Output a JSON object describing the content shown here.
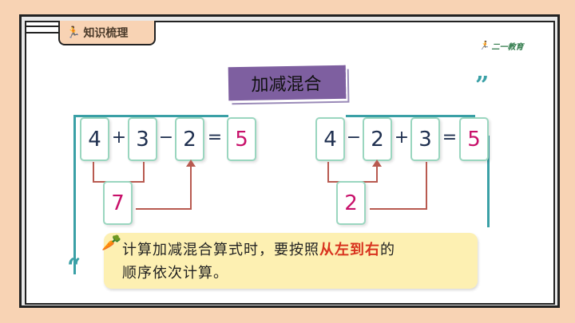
{
  "header": {
    "tab_label": "知识梳理",
    "logo_text": "二一教育"
  },
  "title": "加减混合",
  "equations": [
    {
      "cards": [
        "4",
        "3",
        "2",
        "5"
      ],
      "ops": [
        "+",
        "−",
        "="
      ],
      "intermediate": "7"
    },
    {
      "cards": [
        "4",
        "2",
        "3",
        "5"
      ],
      "ops": [
        "−",
        "+",
        "="
      ],
      "intermediate": "2"
    }
  ],
  "note": {
    "part1": "计算加减混合算式时，要按照",
    "highlight": "从左到右",
    "part2": "的",
    "line2": "顺序依次计算。"
  },
  "colors": {
    "background": "#f8d3b4",
    "title_bg": "#7e5fa0",
    "frame": "#3aa0a6",
    "answer": "#c8106a",
    "highlight": "#d8321e"
  }
}
